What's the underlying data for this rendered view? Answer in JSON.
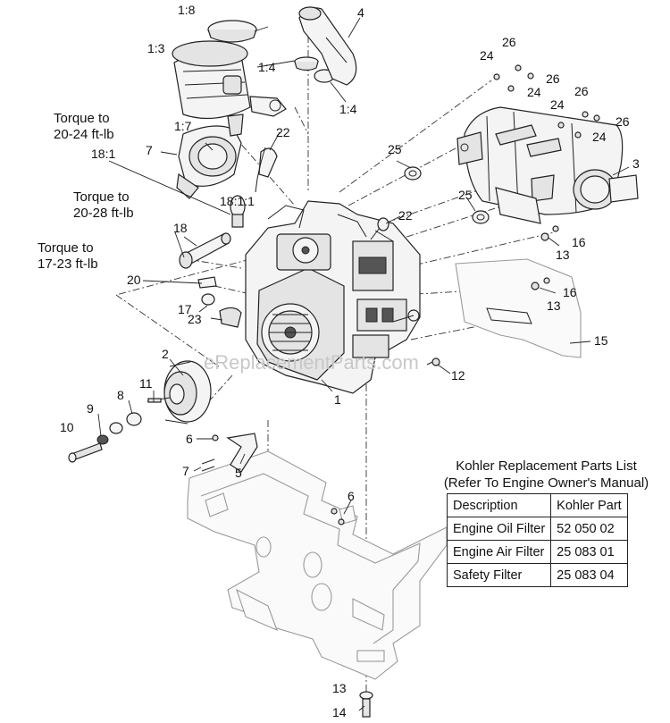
{
  "watermark": "eReplacementParts.com",
  "callouts": {
    "c1_8": "1:8",
    "c1_3": "1:3",
    "c1_4a": "1:4",
    "c1_4b": "1:4",
    "c4": "4",
    "c1_7": "1:7",
    "c7a": "7",
    "c18_1": "18:1",
    "c22a": "22",
    "c18_1_1": "18:1:1",
    "c18": "18",
    "c20": "20",
    "c17": "17",
    "c23": "23",
    "c2": "2",
    "c11": "11",
    "c8": "8",
    "c9": "9",
    "c10": "10",
    "c6a": "6",
    "c7b": "7",
    "c5": "5",
    "c6b": "6",
    "c1": "1",
    "c12": "12",
    "c15": "15",
    "c13a": "13",
    "c16a": "16",
    "c13b": "13",
    "c16b": "16",
    "c25a": "25",
    "c25b": "25",
    "c22b": "22",
    "c3": "3",
    "c24a": "24",
    "c26a": "26",
    "c26b": "26",
    "c24b": "24",
    "c26c": "26",
    "c24c": "24",
    "c26d": "26",
    "c24d": "24",
    "c13c": "13",
    "c14": "14"
  },
  "torque_notes": {
    "t1_line1": "Torque to",
    "t1_line2": "20-24 ft-lb",
    "t2_line1": "Torque to",
    "t2_line2": "20-28 ft-lb",
    "t3_line1": "Torque to",
    "t3_line2": "17-23 ft-lb"
  },
  "parts_table": {
    "title_line1": "Kohler Replacement Parts List",
    "title_line2": "(Refer To Engine Owner's Manual)",
    "headers": {
      "description": "Description",
      "part": "Kohler Part"
    },
    "rows": [
      {
        "description": "Engine Oil Filter",
        "part": "52 050 02"
      },
      {
        "description": "Engine Air Filter",
        "part": "25 083 01"
      },
      {
        "description": "Safety Filter",
        "part": "25 083 04"
      }
    ]
  }
}
